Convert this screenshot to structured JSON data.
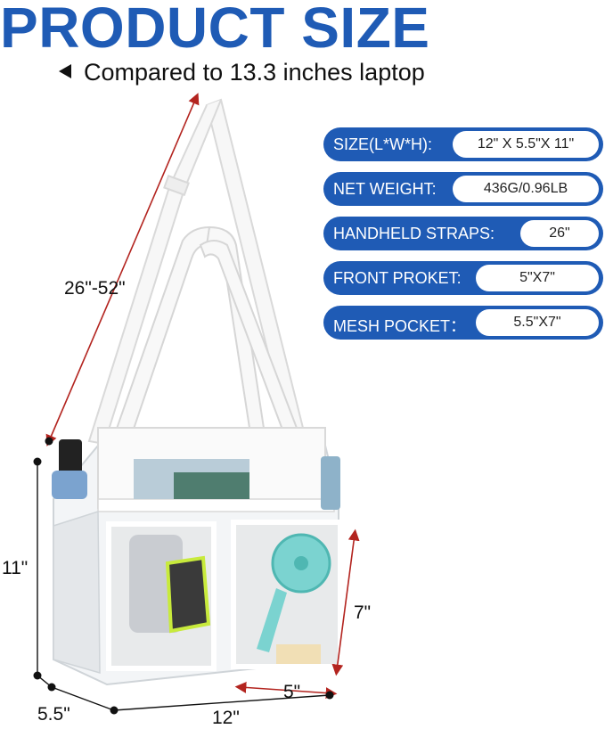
{
  "title": "PRODUCT SIZE",
  "subtitle": "Compared to 13.3 inches laptop",
  "specs": [
    {
      "label": "SIZE(L*W*H):",
      "value": "12\" X 5.5\"X 11\""
    },
    {
      "label": "NET WEIGHT:",
      "value": "436G/0.96LB"
    },
    {
      "label": "HANDHELD STRAPS:",
      "value": "26\""
    },
    {
      "label": "FRONT PROKET:",
      "value": "5\"X7\""
    },
    {
      "label": "MESH POCKET：",
      "value": "5.5\"X7\""
    }
  ],
  "dimensions": {
    "strap": "26\"-52\"",
    "height": "11\"",
    "depth": "5.5\"",
    "length": "12\"",
    "pocket_width": "5\"",
    "pocket_height": "7\""
  },
  "colors": {
    "brand_blue": "#1f5bb5",
    "arrow_red": "#b3241f"
  }
}
